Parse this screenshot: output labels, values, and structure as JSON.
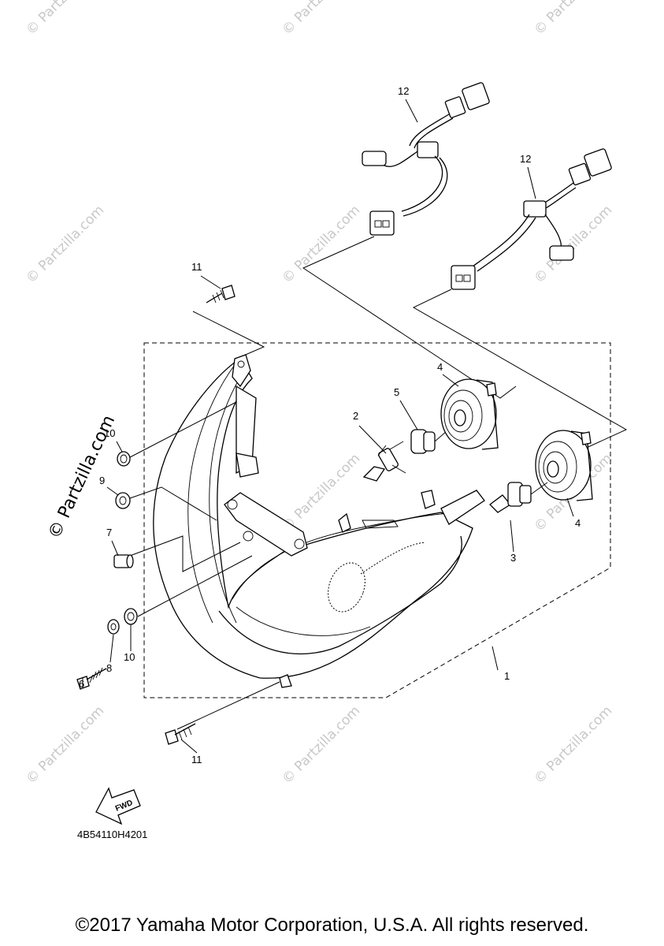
{
  "watermark_text": "© Partzilla.com",
  "side_watermark_text": "© Partzilla.com",
  "labels": {
    "l1": "1",
    "l2": "2",
    "l3": "3",
    "l4a": "4",
    "l4b": "4",
    "l5": "5",
    "l6": "6",
    "l7": "7",
    "l8": "8",
    "l9": "9",
    "l10a": "10",
    "l10b": "10",
    "l11a": "11",
    "l11b": "11",
    "l12a": "12",
    "l12b": "12"
  },
  "fwd_label": "FWD",
  "diagram_code": "4B54110H4201",
  "copyright": "©2017 Yamaha Motor Corporation, U.S.A. All rights reserved."
}
